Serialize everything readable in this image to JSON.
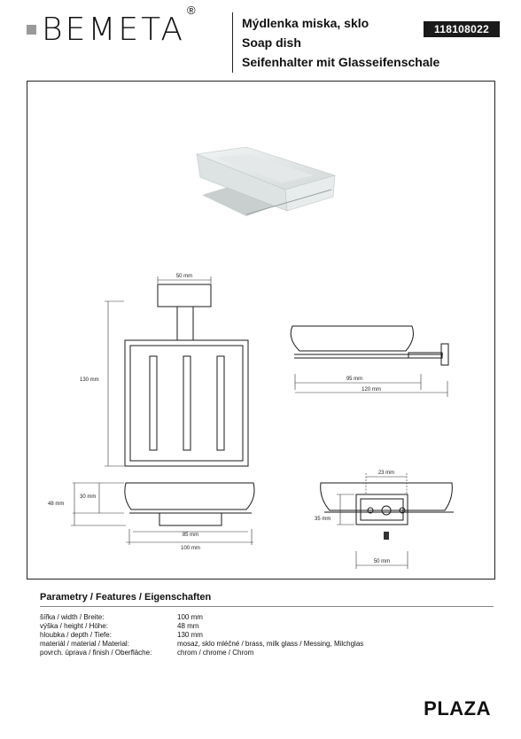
{
  "brand": {
    "name": "BEMETA",
    "registered": "®"
  },
  "product": {
    "title_cz": "Mýdlenka miska, sklo",
    "title_en": "Soap dish",
    "title_de": "Seifenhalter mit Glasseifenschale",
    "code": "118108022",
    "series": "PLAZA"
  },
  "dimensions": {
    "top_width": "50 mm",
    "front_height": "130 mm",
    "side_depth_inner": "95 mm",
    "side_depth_total": "120 mm",
    "front_body_height": "30 mm",
    "front_total_height": "48 mm",
    "front_inner_width": "85 mm",
    "front_total_width": "100 mm",
    "rear_top": "23 mm",
    "rear_height": "35 mm",
    "rear_width": "50 mm"
  },
  "features": {
    "heading": "Parametry / Features / Eigenschaften",
    "rows": [
      {
        "label": "šířka / width / Breite:",
        "value": "100 mm"
      },
      {
        "label": "výška / height / Höhe:",
        "value": "48 mm"
      },
      {
        "label": "hloubka / depth / Tiefe:",
        "value": "130 mm"
      },
      {
        "label": "materiál / material / Material:",
        "value": "mosaz, sklo mléčné / brass, milk glass / Messing, Milchglas"
      },
      {
        "label": "povrch. úprava / finish / Oberfläche:",
        "value": "chrom / chrome / Chrom"
      }
    ]
  }
}
